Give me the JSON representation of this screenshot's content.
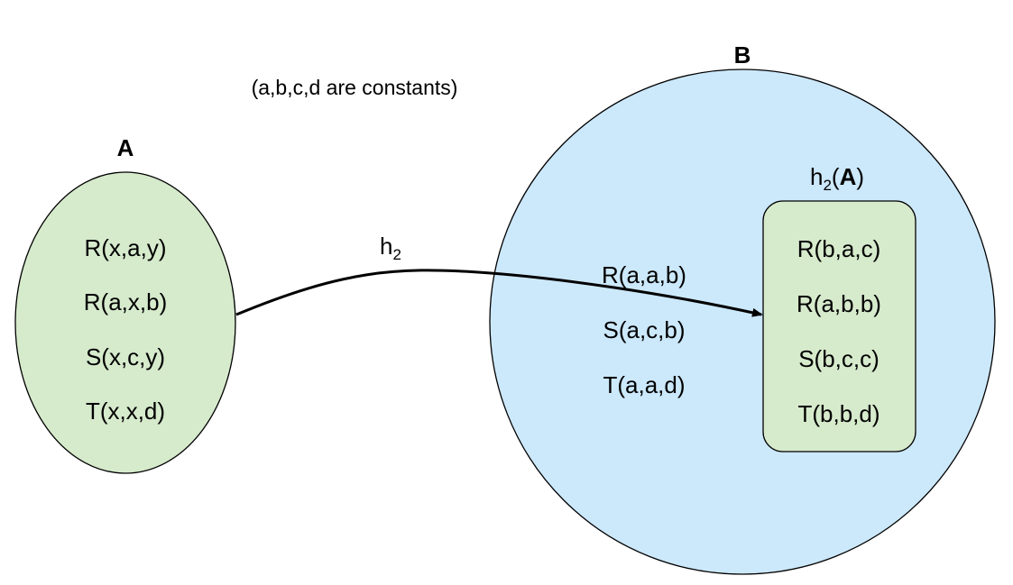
{
  "note": "(a,b,c,d are constants)",
  "set_a": {
    "label": "A",
    "atoms": [
      "R(x,a,y)",
      "R(a,x,b)",
      "S(x,c,y)",
      "T(x,x,d)"
    ],
    "fill": "#d6eacc"
  },
  "set_b": {
    "label": "B",
    "atoms": [
      "R(a,a,b)",
      "S(a,c,b)",
      "T(a,a,d)"
    ],
    "fill": "#cce8fb"
  },
  "image": {
    "label_prefix": "h",
    "label_sub": "2",
    "label_open": "(",
    "label_bold": "A",
    "label_close": ")",
    "atoms": [
      "R(b,a,c)",
      "R(a,b,b)",
      "S(b,c,c)",
      "T(b,b,d)"
    ],
    "fill": "#d6eacc"
  },
  "mapping": {
    "label": "h",
    "sub": "2"
  }
}
